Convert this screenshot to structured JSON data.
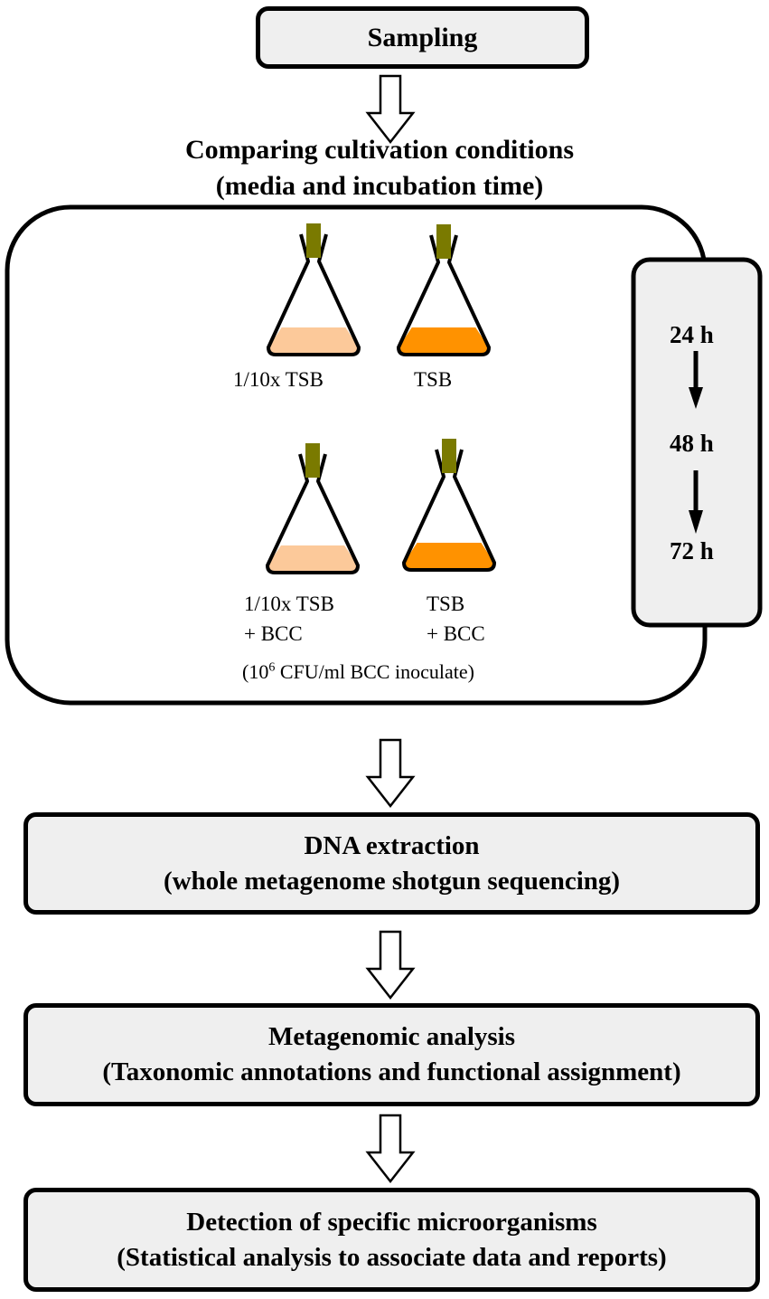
{
  "steps": {
    "sampling": "Sampling",
    "comparing_line1": "Comparing cultivation conditions",
    "comparing_line2": "(media and incubation time)",
    "dna_line1": "DNA extraction",
    "dna_line2": "(whole metagenome shotgun sequencing)",
    "meta_line1": "Metagenomic analysis",
    "meta_line2": "(Taxonomic annotations and functional assignment)",
    "detect_line1": "Detection of specific microorganisms",
    "detect_line2": "(Statistical analysis to associate data and reports)"
  },
  "flasks": [
    {
      "label_line1": "1/10x TSB",
      "label_line2": "",
      "fill_color": "#fcc99a"
    },
    {
      "label_line1": "TSB",
      "label_line2": "",
      "fill_color": "#ff9200"
    },
    {
      "label_line1": "1/10x TSB",
      "label_line2": "+ BCC",
      "fill_color": "#fcc99a"
    },
    {
      "label_line1": "TSB",
      "label_line2": "+ BCC",
      "fill_color": "#ff9200"
    }
  ],
  "inoculate": {
    "prefix": "(10",
    "exponent": "6",
    "suffix": " CFU/ml BCC inoculate)"
  },
  "times": [
    "24 h",
    "48 h",
    "72 h"
  ],
  "colors": {
    "stopper": "#7a7a00",
    "box_fill": "#efefef",
    "stroke": "#000000"
  }
}
